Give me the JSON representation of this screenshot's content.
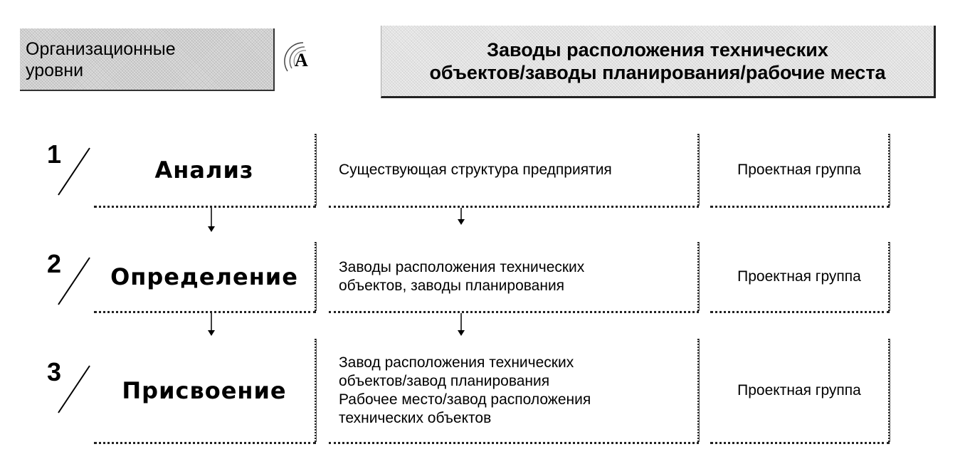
{
  "header": {
    "left_label": "Организационные\nуровни",
    "badge_letter": "A",
    "right_title": "Заводы расположения технических\nобъектов/заводы планирования/рабочие места"
  },
  "rows": [
    {
      "number": "1",
      "stage": "Анализ",
      "description": "Существующая структура предприятия",
      "owner": "Проектная группа"
    },
    {
      "number": "2",
      "stage": "Определение",
      "description": "Заводы расположения технических\nобъектов, заводы планирования",
      "owner": "Проектная группа"
    },
    {
      "number": "3",
      "stage": "Присвоение",
      "description": "Завод расположения технических\nобъектов/завод планирования\nРабочее место/завод расположения\nтехнических объектов",
      "owner": "Проектная группа"
    }
  ]
}
